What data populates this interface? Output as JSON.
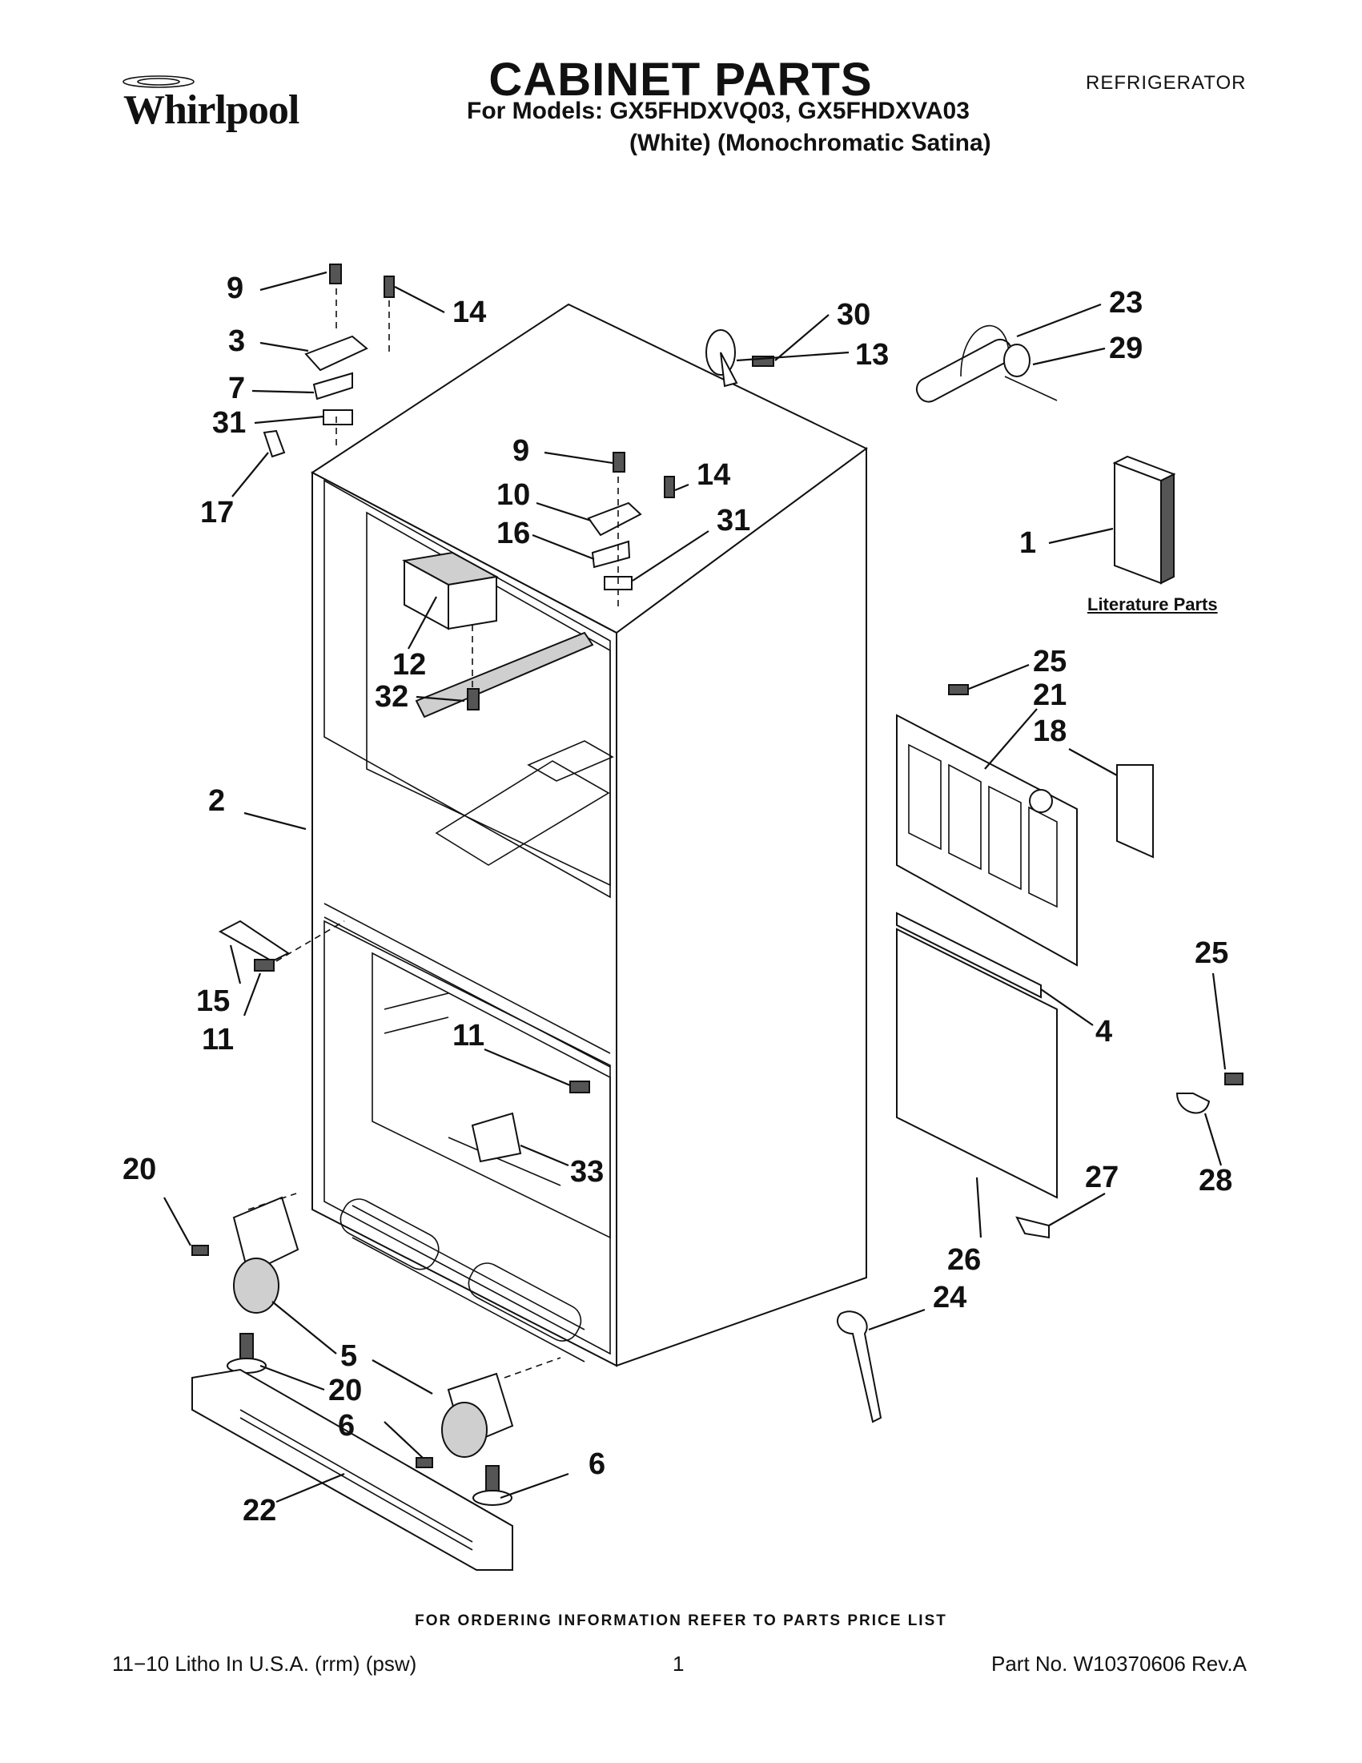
{
  "brand": {
    "name": "Whirlpool"
  },
  "header": {
    "title": "CABINET PARTS",
    "models": "For Models: GX5FHDXVQ03, GX5FHDXVA03",
    "variants": "(White) (Monochromatic Satina)",
    "category": "REFRIGERATOR"
  },
  "literature_label": "Literature Parts",
  "callouts": [
    "9",
    "14",
    "3",
    "7",
    "31",
    "17",
    "30",
    "13",
    "23",
    "29",
    "9",
    "10",
    "14",
    "16",
    "31",
    "12",
    "1",
    "32",
    "25",
    "21",
    "18",
    "2",
    "15",
    "11",
    "11",
    "4",
    "25",
    "20",
    "33",
    "27",
    "28",
    "26",
    "24",
    "5",
    "20",
    "6",
    "6",
    "22"
  ],
  "footer": {
    "ordering": "FOR ORDERING INFORMATION REFER TO PARTS PRICE LIST",
    "litho": "11−10 Litho In U.S.A. (rrm) (psw)",
    "page": "1",
    "part_no": "Part No. W10370606 Rev.A"
  },
  "colors": {
    "ink": "#111111",
    "background": "#ffffff",
    "shade": "#cfcfcf"
  }
}
